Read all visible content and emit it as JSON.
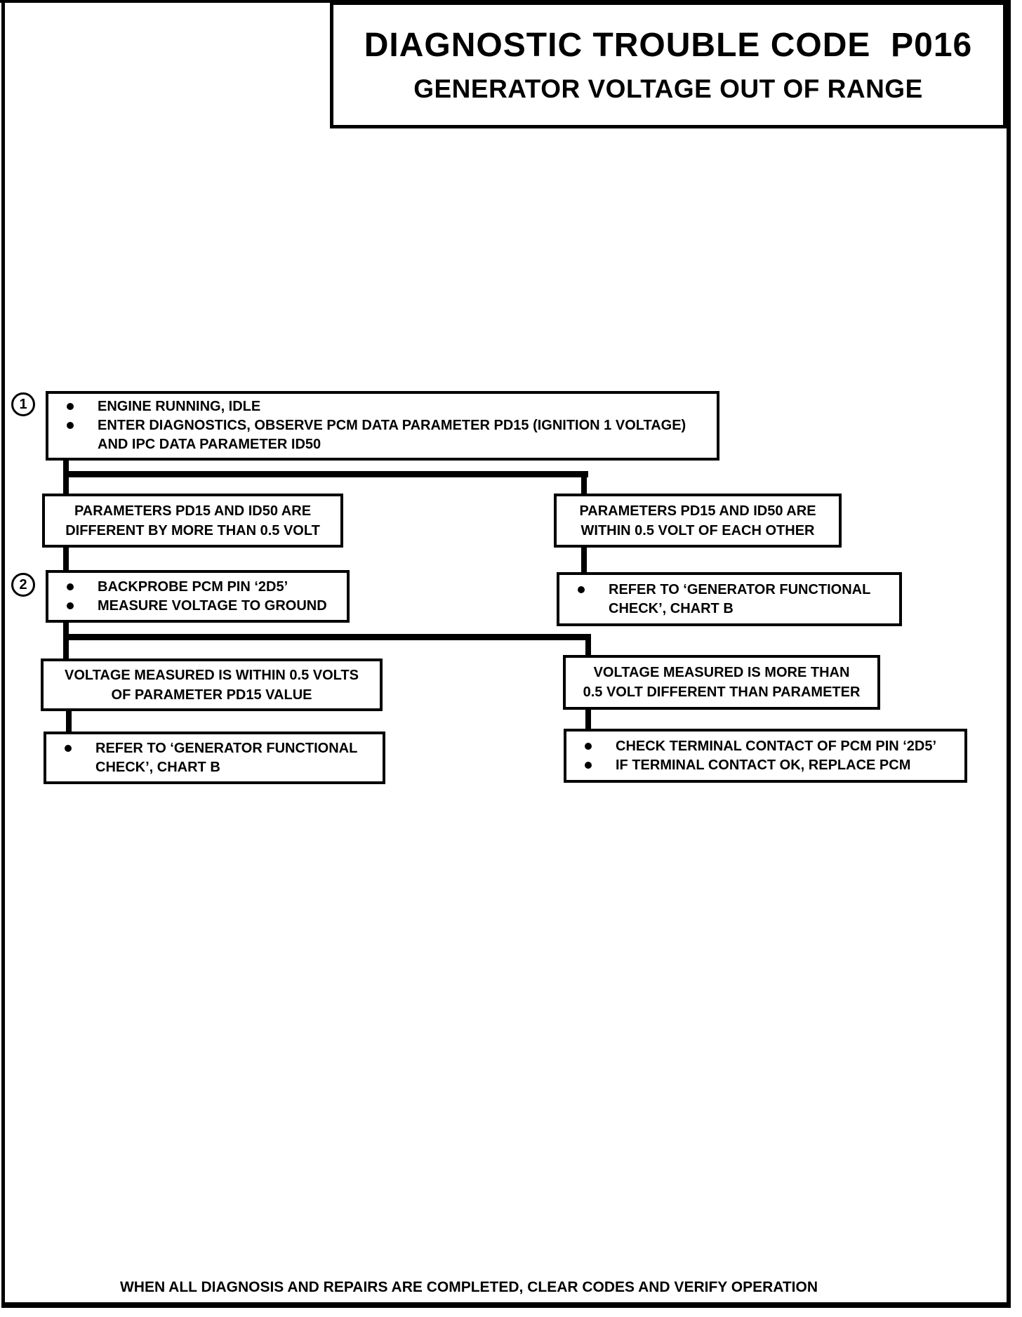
{
  "page": {
    "title_line1": "DIAGNOSTIC TROUBLE CODE  P016",
    "title_line2": "GENERATOR VOLTAGE OUT OF RANGE",
    "footer": "WHEN ALL DIAGNOSIS AND REPAIRS ARE COMPLETED, CLEAR CODES AND VERIFY OPERATION"
  },
  "flow": {
    "step1": {
      "number": "1",
      "bullets": [
        "ENGINE RUNNING, IDLE",
        "ENTER DIAGNOSTICS, OBSERVE PCM DATA PARAMETER PD15 (IGNITION 1 VOLTAGE) AND IPC DATA PARAMETER ID50"
      ]
    },
    "branch1_left": {
      "lines": [
        "PARAMETERS PD15 AND ID50 ARE",
        "DIFFERENT BY MORE THAN 0.5 VOLT"
      ]
    },
    "branch1_right": {
      "lines": [
        "PARAMETERS PD15 AND ID50 ARE",
        "WITHIN 0.5 VOLT OF EACH OTHER"
      ]
    },
    "step2": {
      "number": "2",
      "bullets": [
        "BACKPROBE PCM PIN ‘2D5’",
        "MEASURE VOLTAGE TO GROUND"
      ]
    },
    "action1_right": {
      "bullets": [
        "REFER TO ‘GENERATOR FUNCTIONAL CHECK’, CHART B"
      ]
    },
    "branch2_left": {
      "lines": [
        "VOLTAGE MEASURED IS WITHIN 0.5 VOLTS",
        "OF PARAMETER PD15 VALUE"
      ]
    },
    "branch2_right": {
      "lines": [
        "VOLTAGE MEASURED IS MORE THAN",
        "0.5 VOLT DIFFERENT THAN PARAMETER"
      ]
    },
    "action2_left": {
      "bullets": [
        "REFER TO ‘GENERATOR FUNCTIONAL CHECK’, CHART B"
      ]
    },
    "action2_right": {
      "bullets": [
        "CHECK TERMINAL CONTACT OF PCM PIN ‘2D5’",
        "IF TERMINAL CONTACT OK, REPLACE PCM"
      ]
    }
  },
  "colors": {
    "ink": "#000000",
    "paper": "#ffffff"
  }
}
